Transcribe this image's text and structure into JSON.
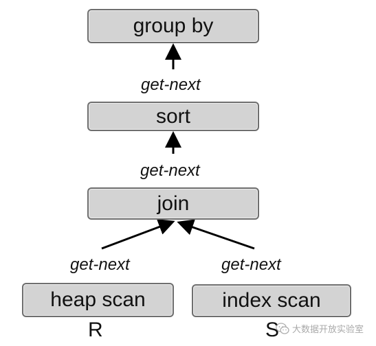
{
  "nodes": {
    "group_by": "group by",
    "sort": "sort",
    "join": "join",
    "heap_scan": "heap scan",
    "index_scan": "index scan"
  },
  "edge_labels": {
    "sort_to_group_by": "get-next",
    "join_to_sort": "get-next",
    "heap_to_join": "get-next",
    "index_to_join": "get-next"
  },
  "relations": {
    "heap_scan": "R",
    "index_scan": "S"
  },
  "watermark": {
    "text": "大数据开放实验室",
    "icon": "wechat-icon"
  }
}
